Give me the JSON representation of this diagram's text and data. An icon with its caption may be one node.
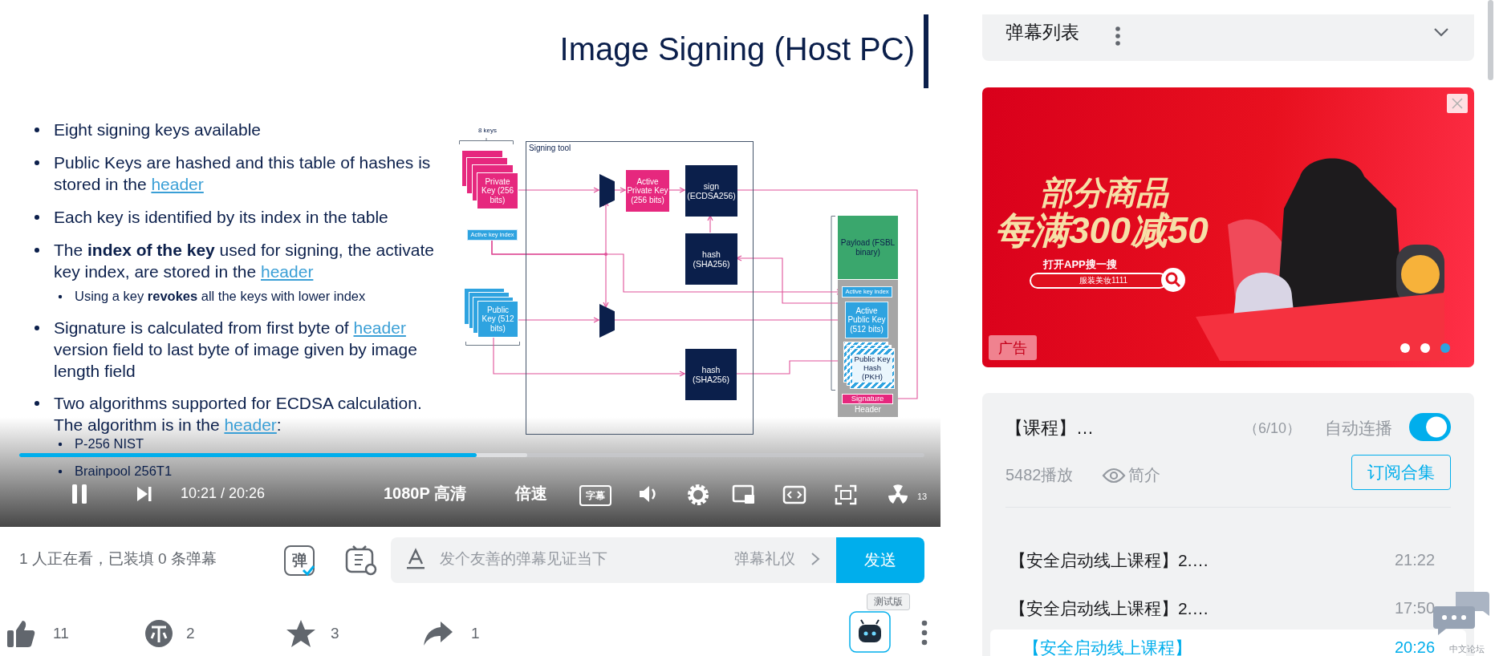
{
  "diagram": {
    "title": "Image Signing (Host PC)",
    "nodes": [
      {
        "text": [
          "Private Key (256 bits)"
        ],
        "beside": [
          "8 keys"
        ]
      },
      {
        "text": [
          "Active key index"
        ]
      },
      {
        "text": [
          "Public Key (512 bits)"
        ]
      },
      {
        "text": [
          "Signing tool"
        ]
      },
      {
        "text": [],
        "shape": "trapezoid",
        "in": 3
      },
      {
        "text": [
          "Active Private Key (256 bits)"
        ],
        "in": 3
      },
      {
        "text": [
          "sign (ECDSA256)"
        ],
        "in": 3
      },
      {
        "text": [
          "hash (SHA256)"
        ],
        "in": 3
      },
      {
        "text": [],
        "shape": "trapezoid",
        "in": 3
      },
      {
        "text": [
          "hash (SHA256)"
        ],
        "in": 3
      },
      {
        "text": [
          "Payload (FSBL binary)"
        ]
      },
      {
        "text": [
          "Header"
        ]
      },
      {
        "text": [
          "Active key index"
        ],
        "in": 11
      },
      {
        "text": [
          "Active Public Key (512 bits)"
        ],
        "in": 11
      },
      {
        "text": [
          "Public Key Hash (PKH)"
        ],
        "in": 11
      },
      {
        "text": [
          "Signature"
        ],
        "in": 11
      }
    ],
    "edges": [
      {
        "from": 0,
        "to": 4,
        "arrow": "to"
      },
      {
        "from": 4,
        "to": 5,
        "arrow": "to"
      },
      {
        "from": 5,
        "to": 6,
        "arrow": "to"
      },
      {
        "from": 7,
        "to": 6,
        "arrow": "to"
      },
      {
        "from": 6,
        "to": 15,
        "arrow": "to"
      },
      {
        "from": 1,
        "to": 12,
        "arrow": "to"
      },
      {
        "from": 1,
        "to": 4,
        "arrow": "to"
      },
      {
        "from": 1,
        "to": 8,
        "arrow": "to"
      },
      {
        "from": 2,
        "to": 8,
        "arrow": "to"
      },
      {
        "from": 8,
        "to": 13,
        "arrow": "to"
      },
      {
        "from": 2,
        "to": 9,
        "arrow": "to"
      },
      {
        "from": 9,
        "to": 14,
        "arrow": "to"
      },
      {
        "from": 11,
        "to": 7,
        "arrow": "to"
      }
    ],
    "labels": [
      "Eight signing keys available",
      "Public Keys are hashed and this table of hashes is stored in the *header*",
      "Each key is identified by its index in the table",
      "The **index of the key** used for signing, the activate key index, are stored in the *header*",
      "Using a key **revokes** all the keys with lower index",
      "Signature is calculated from first byte of *header* version field to last byte of image given by image length field",
      "Two algorithms supported for ECDSA calculation. The algorithm is in the *header*:",
      "P-256 NIST",
      "Brainpool 256T1",
      "10:21 / 20:26",
      "1080P 高清",
      "倍速",
      "字幕",
      "13",
      "1 人正在看，已装填 0 条弹幕",
      "弹",
      "发个友善的弹幕见证当下",
      "弹幕礼仪",
      "发送",
      "11",
      "2",
      "3",
      "1",
      "测试版",
      "弹幕列表",
      "部分商品",
      "每满300减50",
      "打开APP搜一搜",
      "服装美妆1111",
      "广告",
      "【课程】…",
      "（6/10）",
      "自动连播",
      "5482播放",
      "简介",
      "订阅合集",
      "【安全启动线上课程】2.…",
      "21:22",
      "【安全启动线上课程】2.…",
      "17:50",
      "【安全启动线上课程】",
      "20:26",
      "中文论坛"
    ]
  }
}
